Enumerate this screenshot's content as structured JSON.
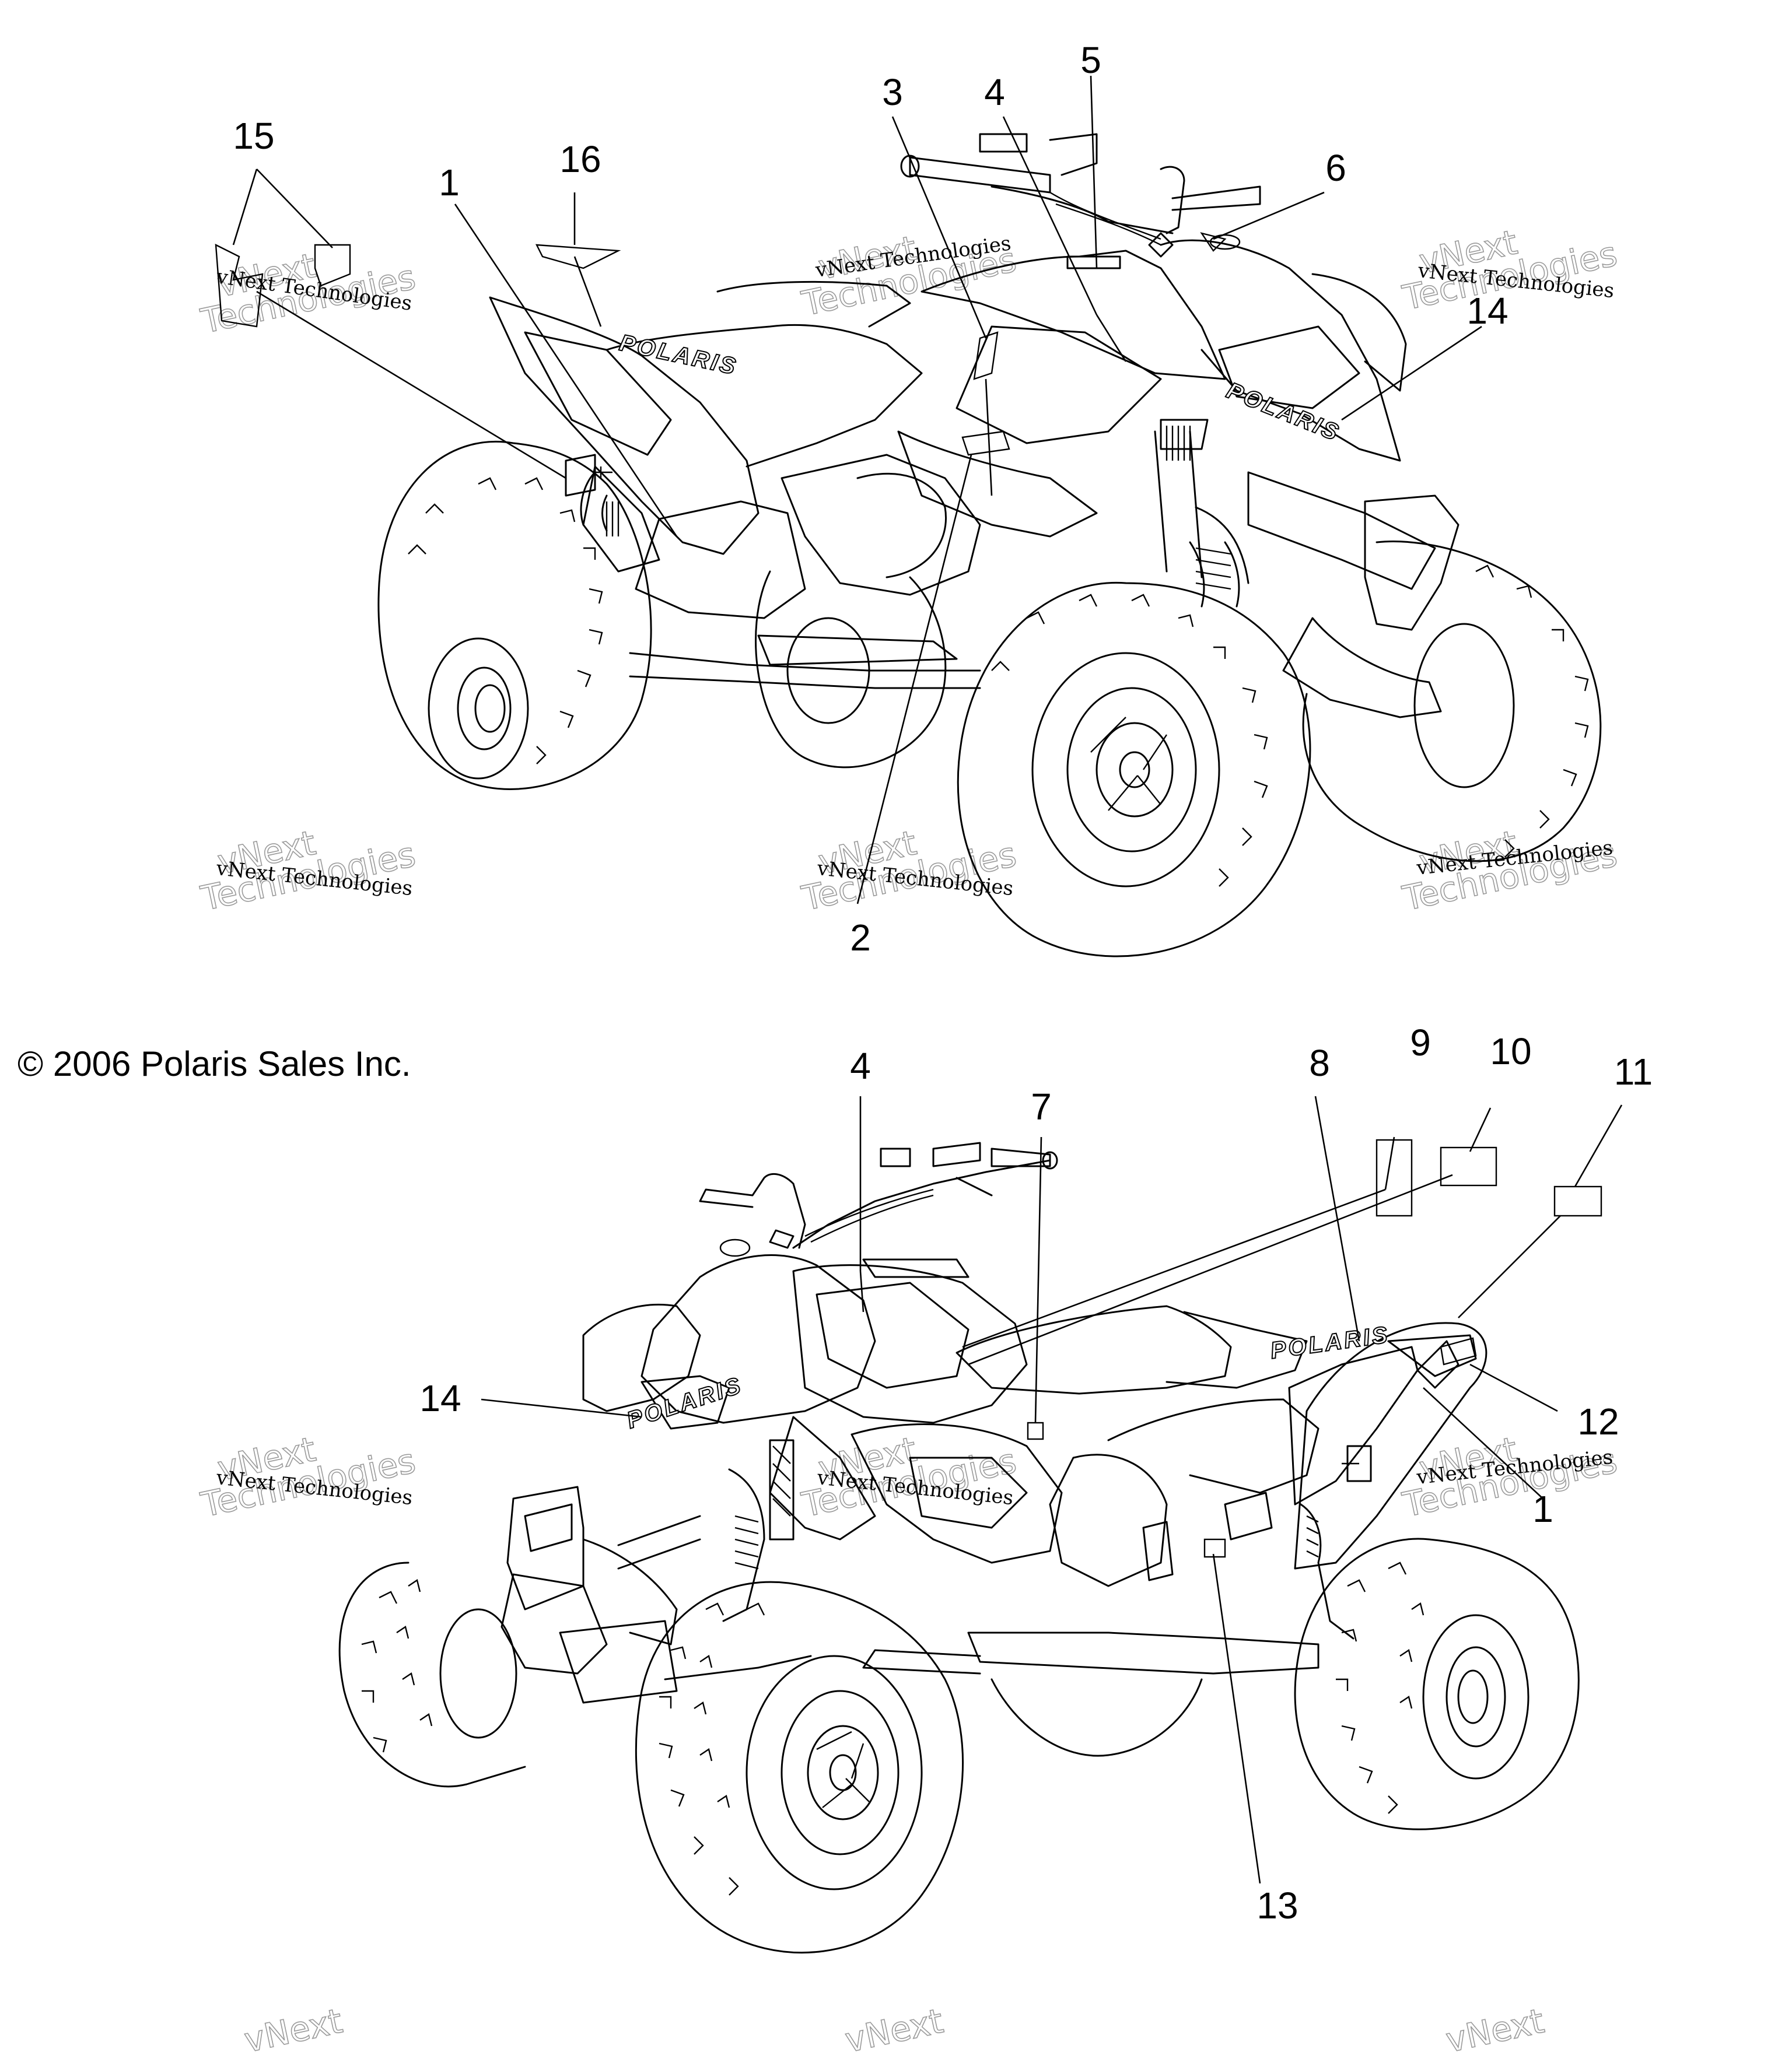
{
  "copyright": "© 2006 Polaris Sales Inc.",
  "brand_text": "POLARIS",
  "watermark": {
    "line1": "vNext Technologies",
    "line2": "vNext\nTechnologies"
  },
  "callouts_top": [
    "1",
    "2",
    "3",
    "4",
    "5",
    "6",
    "14",
    "15",
    "16"
  ],
  "callouts_bottom": [
    "1",
    "4",
    "7",
    "8",
    "9",
    "10",
    "11",
    "12",
    "13",
    "14"
  ]
}
